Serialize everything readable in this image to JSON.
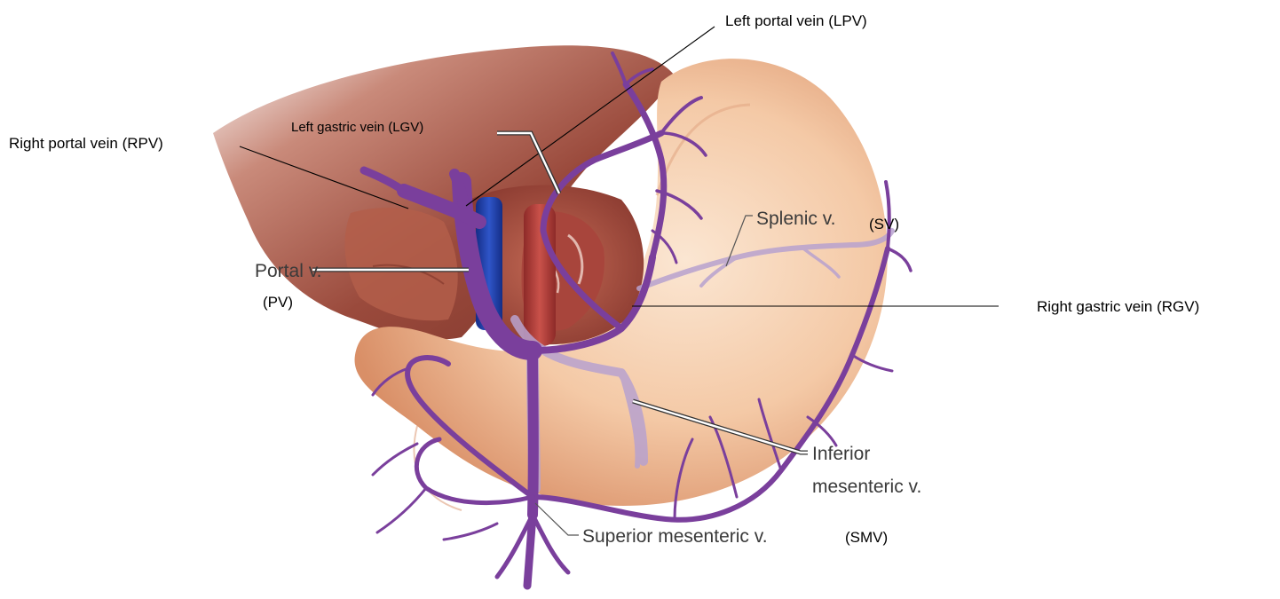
{
  "labels": {
    "lpv": "Left portal vein (LPV)",
    "lgv": "Left gastric vein (LGV)",
    "rpv": "Right portal vein (RPV)",
    "portal_v": "Portal v.",
    "pv_abbr": "(PV)",
    "splenic_v": "Splenic v.",
    "sv_abbr": "(SV)",
    "rgv": "Right gastric vein (RGV)",
    "inferior_line1": "Inferior",
    "inferior_line2": "mesenteric v.",
    "superior_v": "Superior mesenteric v.",
    "smv_abbr": "(SMV)"
  },
  "colors": {
    "vein_purple": "#7a3f9c",
    "vein_light": "#b8a2cf",
    "stomach": "#f2c4a0",
    "liver": "#9a4a3c",
    "ivc_blue": "#1f3fa8",
    "aorta_red": "#b53b36"
  }
}
